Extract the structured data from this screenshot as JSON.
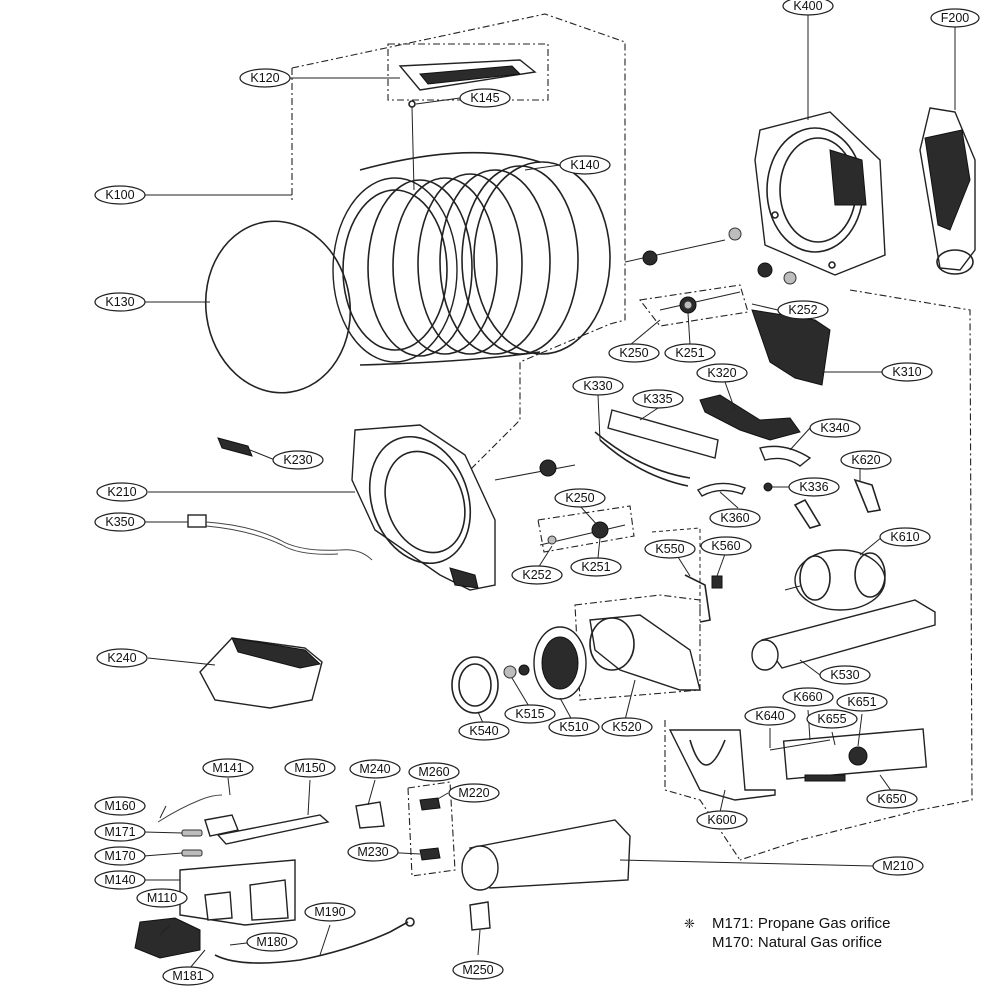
{
  "labels": {
    "K100": "K100",
    "K120": "K120",
    "K130": "K130",
    "K140": "K140",
    "K145": "K145",
    "K210": "K210",
    "K230": "K230",
    "K240": "K240",
    "K250a": "K250",
    "K250b": "K250",
    "K251a": "K251",
    "K251b": "K251",
    "K252a": "K252",
    "K252b": "K252",
    "K310": "K310",
    "K320": "K320",
    "K330": "K330",
    "K335": "K335",
    "K336": "K336",
    "K340": "K340",
    "K350": "K350",
    "K360": "K360",
    "K400": "K400",
    "F200": "F200",
    "K510": "K510",
    "K515": "K515",
    "K520": "K520",
    "K530": "K530",
    "K540": "K540",
    "K550": "K550",
    "K560": "K560",
    "K600": "K600",
    "K610": "K610",
    "K620": "K620",
    "K640": "K640",
    "K650": "K650",
    "K651": "K651",
    "K655": "K655",
    "K660": "K660",
    "M110": "M110",
    "M140": "M140",
    "M141": "M141",
    "M150": "M150",
    "M160": "M160",
    "M170": "M170",
    "M171": "M171",
    "M180": "M180",
    "M181": "M181",
    "M190": "M190",
    "M210": "M210",
    "M220": "M220",
    "M230": "M230",
    "M240": "M240",
    "M250": "M250",
    "M260": "M260"
  },
  "legend": {
    "symbol": "❈",
    "line1": "M171: Propane Gas orifice",
    "line2": "M170: Natural Gas orifice"
  }
}
